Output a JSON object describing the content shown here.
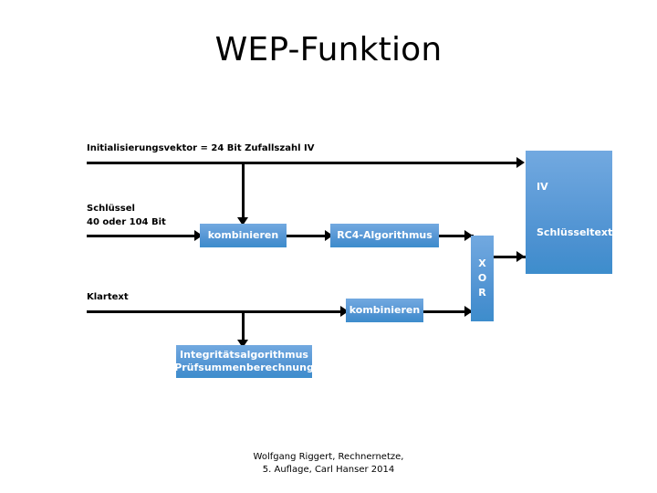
{
  "slide": {
    "title": "WEP-Funktion",
    "footer_line1": "Wolfgang Riggert, Rechnernetze,",
    "footer_line2": "5. Auflage, Carl Hanser 2014"
  },
  "captions": {
    "iv_input": "Initialisierungsvektor = 24 Bit Zufallszahl IV",
    "key_line1": "Schlüssel",
    "key_line2": "40 oder 104 Bit",
    "plaintext": "Klartext"
  },
  "boxes": {
    "combine_key": "kombinieren",
    "rc4": "RC4-Algorithmus",
    "combine_plain": "kombinieren",
    "integrity_line1": "Integritätsalgorithmus",
    "integrity_line2": "Prüfsummenberechnung",
    "xor_char1": "X",
    "xor_char2": "O",
    "xor_char3": "R"
  },
  "output": {
    "iv_label": "IV",
    "ciphertext_label": "Schlüsseltext"
  },
  "colors": {
    "box_top": "#72A9E0",
    "box_bottom": "#3D8DCC",
    "connector": "#000000",
    "text_on_box": "#FFFFFF",
    "text": "#000000",
    "background": "#FFFFFF"
  }
}
